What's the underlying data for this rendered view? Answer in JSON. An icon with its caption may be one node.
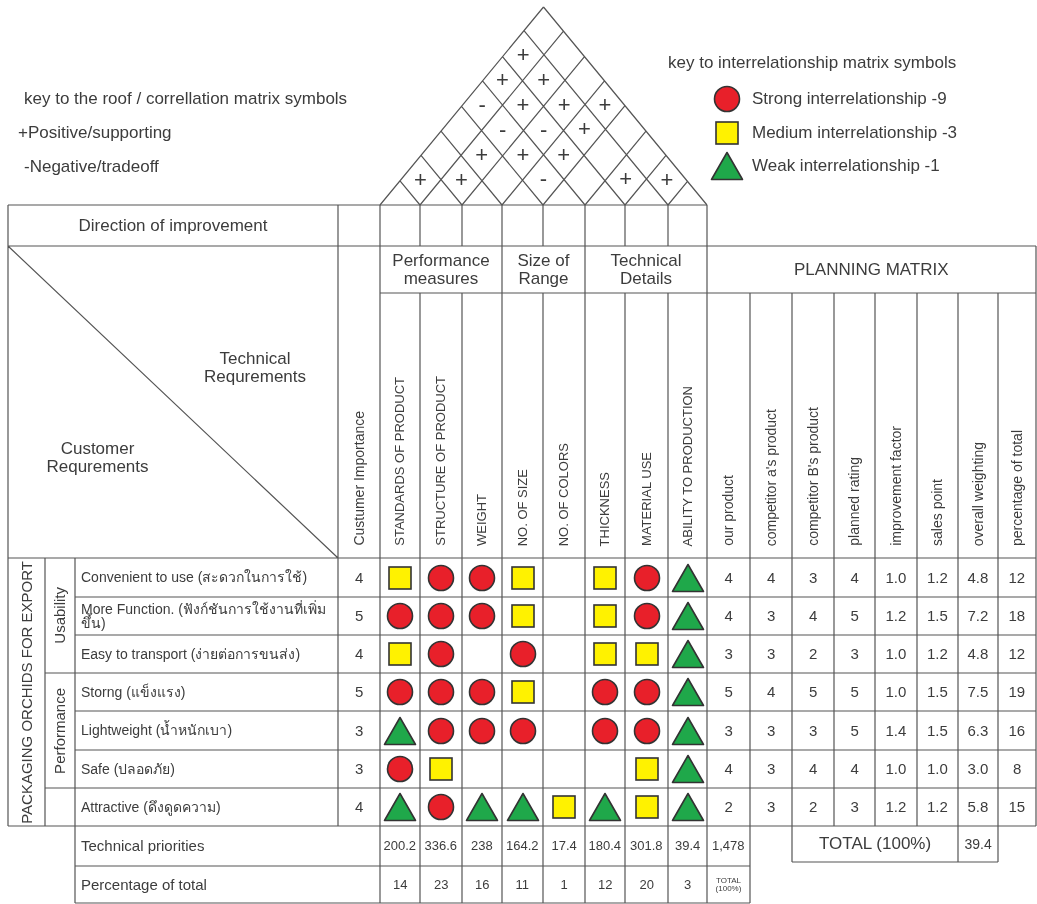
{
  "diagram": {
    "nodes": [
      {
        "text": [],
        "shape": "box"
      },
      {
        "text": [],
        "shape": "circle"
      },
      {
        "text": [],
        "shape": "circle"
      },
      {
        "text": [],
        "shape": "box"
      },
      {
        "text": [],
        "shape": "box"
      },
      {
        "text": [],
        "shape": "circle"
      },
      {
        "text": [],
        "shape": "triangle"
      },
      {
        "text": [],
        "shape": "circle"
      },
      {
        "text": [],
        "shape": "circle"
      },
      {
        "text": [],
        "shape": "circle"
      },
      {
        "text": [],
        "shape": "box"
      },
      {
        "text": [],
        "shape": "box"
      },
      {
        "text": [],
        "shape": "circle"
      },
      {
        "text": [],
        "shape": "triangle"
      },
      {
        "text": [],
        "shape": "box"
      },
      {
        "text": [],
        "shape": "circle"
      },
      {
        "text": [],
        "shape": "circle"
      },
      {
        "text": [],
        "shape": "box"
      },
      {
        "text": [],
        "shape": "box"
      },
      {
        "text": [],
        "shape": "triangle"
      },
      {
        "text": [],
        "shape": "circle"
      },
      {
        "text": [],
        "shape": "circle"
      },
      {
        "text": [],
        "shape": "circle"
      },
      {
        "text": [],
        "shape": "box"
      },
      {
        "text": [],
        "shape": "circle"
      },
      {
        "text": [],
        "shape": "circle"
      },
      {
        "text": [],
        "shape": "triangle"
      },
      {
        "text": [],
        "shape": "triangle"
      },
      {
        "text": [],
        "shape": "circle"
      },
      {
        "text": [],
        "shape": "circle"
      },
      {
        "text": [],
        "shape": "circle"
      },
      {
        "text": [],
        "shape": "circle"
      },
      {
        "text": [],
        "shape": "circle"
      },
      {
        "text": [],
        "shape": "triangle"
      },
      {
        "text": [],
        "shape": "circle"
      },
      {
        "text": [],
        "shape": "box"
      },
      {
        "text": [],
        "shape": "box"
      },
      {
        "text": [],
        "shape": "triangle"
      },
      {
        "text": [],
        "shape": "triangle"
      },
      {
        "text": [],
        "shape": "circle"
      },
      {
        "text": [],
        "shape": "triangle"
      },
      {
        "text": [],
        "shape": "triangle"
      },
      {
        "text": [],
        "shape": "box"
      },
      {
        "text": [],
        "shape": "triangle"
      },
      {
        "text": [],
        "shape": "box"
      },
      {
        "text": [],
        "shape": "triangle"
      }
    ],
    "labels": [
      "key to the roof / correllation matrix symbols",
      "+Positive/supporting",
      "-Negative/tradeoff",
      "+",
      "+",
      "+",
      "-",
      "+",
      "+",
      "+",
      "-",
      "-",
      "+",
      "+",
      "+",
      "+",
      "+",
      "+",
      "-",
      "+",
      "+",
      "key to interrelationship matrix symbols",
      "Direction of improvement",
      "Technical Requrements",
      "Customer Requrements",
      "Custumer Importance",
      "Performance measures",
      "Size of Range",
      "Technical Details",
      "PLANNING MATRIX",
      "STANDARDS OF PRODUCT",
      "STRUCTURE OF PRODUCT",
      "WEIGHT",
      "NO. OF SIZE",
      "NO. OF COLORS",
      "THICKNESS",
      "MATERIAL USE",
      "ABILITY TO PRODUCTION",
      "our product",
      "competitor a's product",
      "competitor B's product",
      "planned rating",
      "improvement factor",
      "sales point",
      "overall weighting",
      "percentage of total",
      "PACKAGING ORCHIDS FOR EXPORT",
      "Usability",
      "Performance",
      "Convenient to use (สะดวกในการใช้)",
      "4",
      "4",
      "4",
      "3",
      "4",
      "1.0",
      "1.2",
      "4.8",
      "12",
      "More Function. (ฟังก์ชันการใช้งานที่เพิ่มขึ้น)",
      "5",
      "4",
      "3",
      "4",
      "5",
      "1.2",
      "1.5",
      "7.2",
      "18",
      "Easy to transport (ง่ายต่อการขนส่ง)",
      "4",
      "3",
      "3",
      "2",
      "3",
      "1.0",
      "1.2",
      "4.8",
      "12",
      "Storng (แข็งแรง)",
      "5",
      "5",
      "4",
      "5",
      "5",
      "1.0",
      "1.5",
      "7.5",
      "19",
      "Lightweight (น้ำหนักเบา)",
      "3",
      "3",
      "3",
      "3",
      "5",
      "1.4",
      "1.5",
      "6.3",
      "16",
      "Safe (ปลอดภัย)",
      "3",
      "4",
      "3",
      "4",
      "4",
      "1.0",
      "1.0",
      "3.0",
      "8",
      "Attractive (ดึงดูดความ)",
      "4",
      "2",
      "3",
      "2",
      "3",
      "1.2",
      "1.2",
      "5.8",
      "15",
      "Technical priorities",
      "200.2",
      "336.6",
      "238",
      "164.2",
      "17.4",
      "180.4",
      "301.8",
      "39.4",
      "1,478",
      "TOTAL (100%)",
      "39.4",
      "Percentage of total",
      "14",
      "23",
      "16",
      "11",
      "1",
      "12",
      "20",
      "3",
      "TOTAL (100%)"
    ],
    "legend": [
      {
        "text": "Strong interrelationship -9"
      },
      {
        "text": "Medium interrelationship -3"
      },
      {
        "text": "Weak interrelationship -1"
      }
    ]
  }
}
